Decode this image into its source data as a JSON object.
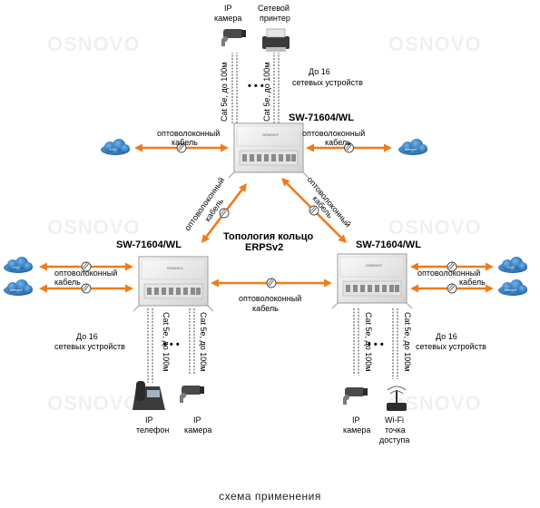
{
  "watermark": "OSNOVO",
  "caption": "схема применения",
  "ring": {
    "line1": "Топология кольцо",
    "line2": "ERPSv2"
  },
  "switches": {
    "top": {
      "model": "SW-71604/WL",
      "logo": "OSNOVO"
    },
    "left": {
      "model": "SW-71604/WL",
      "logo": "OSNOVO"
    },
    "right": {
      "model": "SW-71604/WL",
      "logo": "OSNOVO"
    }
  },
  "fiber": {
    "line1": "оптоволоконный",
    "line2": "кабель",
    "full": "оптоволоконный кабель"
  },
  "cable_label": "Cat 5e, до 100м",
  "ellipsis": "• • •",
  "network_count": {
    "line1": "До 16",
    "line2": "сетевых устройств"
  },
  "devices": {
    "ip_camera": {
      "line1": "IP",
      "line2": "камера"
    },
    "printer": {
      "line1": "Сетевой",
      "line2": "принтер"
    },
    "phone": {
      "line1": "IP",
      "line2": "телефон"
    },
    "wifi": {
      "line1": "Wi-Fi",
      "line2": "точка",
      "line3": "доступа"
    }
  },
  "clouds": {
    "lan": "LAN",
    "internet": "Internet"
  },
  "colors": {
    "arrow": "#f07a1a",
    "cloud": "#1e6fb8",
    "cable": "#555555"
  }
}
